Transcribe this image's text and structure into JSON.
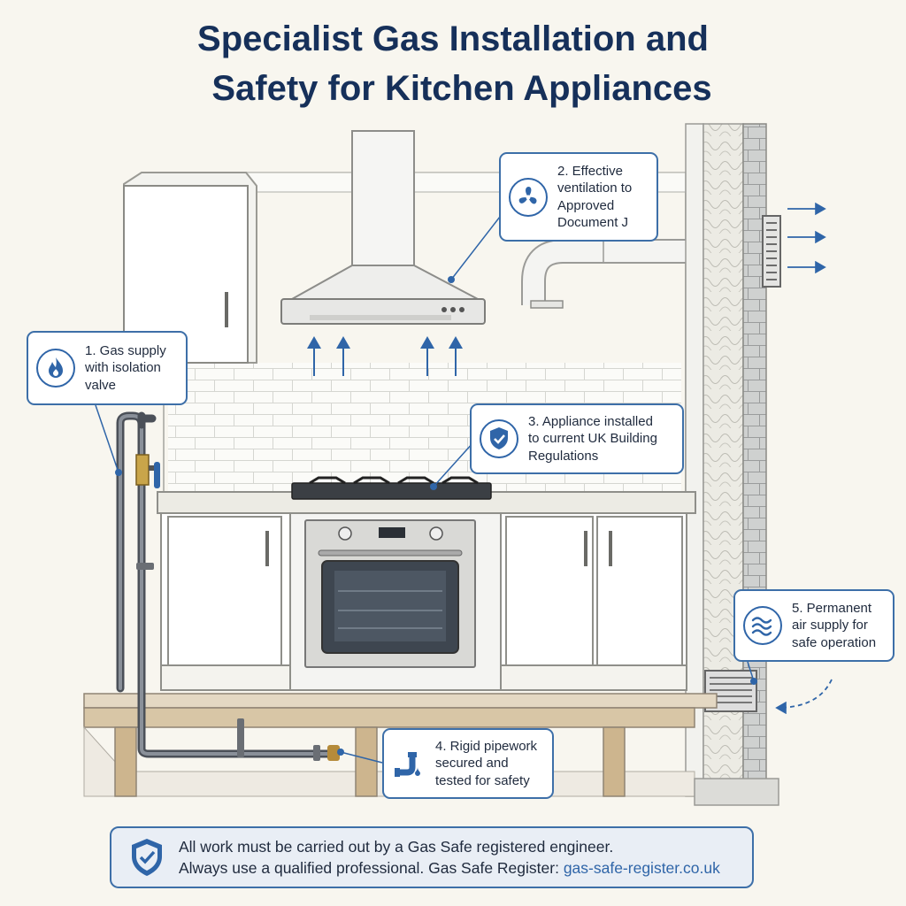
{
  "title": {
    "line1": "Specialist Gas Installation and",
    "line2": "Safety for Kitchen Appliances"
  },
  "callouts": [
    {
      "number": "1",
      "text": "1. Gas supply\nwith isolation\nvalve",
      "icon": "flame-icon"
    },
    {
      "number": "2",
      "text": "2. Effective\nventilation to\nApproved\nDocument J",
      "icon": "fan-icon"
    },
    {
      "number": "3",
      "text": "3. Appliance installed\nto current UK Building\nRegulations",
      "icon": "shield-check-icon"
    },
    {
      "number": "4",
      "text": "4. Rigid pipework\nsecured and\ntested for safety",
      "icon": "pipe-icon"
    },
    {
      "number": "5",
      "text": "5. Permanent\nair supply for\nsafe operation",
      "icon": "airflow-icon"
    }
  ],
  "footer": {
    "line1": "All work must be carried out by a Gas Safe registered engineer.",
    "line2_prefix": "Always use a qualified professional.  Gas Safe Register: ",
    "link": "gas-safe-register.co.uk",
    "icon": "shield-check-icon"
  },
  "colors": {
    "navy": "#16305a",
    "accent": "#3d6fa8",
    "background": "#f8f6ef"
  }
}
